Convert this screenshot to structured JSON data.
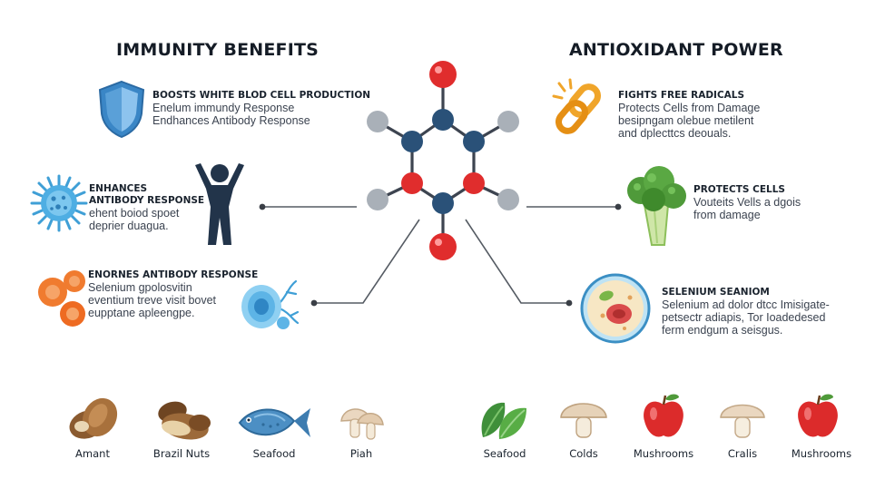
{
  "headings": {
    "left": "IMMUNITY BENEFITS",
    "right": "ANTIOXIDANT POWER"
  },
  "left_blocks": [
    {
      "icon": "shield-icon",
      "title": "BOOSTS WHITE BLOD CELL PRODUCTION",
      "lines": [
        "Enelum immundy Response",
        "Endhances Antibody Response"
      ]
    },
    {
      "icon": "microbe-icon",
      "title": "ENHANCES",
      "title2": "ANTIBODY RESPONSE",
      "lines": [
        "ehent boiod spoet",
        "deprier duagua."
      ]
    },
    {
      "icon": "blood-cells-icon",
      "title": "ENORNES ANTIBODY RESPONSE",
      "lines": [
        "Selenium  gpolosvitin",
        "eventium treve visit bovet",
        "eupptane apleengpe."
      ]
    }
  ],
  "right_blocks": [
    {
      "icon": "broken-chain-icon",
      "title": "FIGHTS FREE RADICALS",
      "lines": [
        "Protects Cells from Damage",
        "besipngam olebue metilent",
        "and dplecttcs deouals."
      ]
    },
    {
      "icon": "broccoli-icon",
      "title": "PROTECTS CELLS",
      "lines": [
        "Vouteits Vells a dgois",
        "from damage"
      ]
    },
    {
      "icon": "cell-icon",
      "title": "SELENIUM SEANIOM",
      "lines": [
        "Selenium ad dolor dtcc Imisigate-",
        "petsectr adiapis, Tor Ioadedesed",
        "ferm endgum a seisgus."
      ]
    }
  ],
  "foods_left": [
    {
      "icon": "almond-icon",
      "label": "Amant"
    },
    {
      "icon": "brazil-nuts-icon",
      "label": "Brazil Nuts"
    },
    {
      "icon": "fish-icon",
      "label": "Seafood"
    },
    {
      "icon": "mushroom-icon",
      "label": "Piah"
    }
  ],
  "foods_right": [
    {
      "icon": "leafy-greens-icon",
      "label": "Seafood"
    },
    {
      "icon": "mushroom-icon",
      "label": "Colds"
    },
    {
      "icon": "apple-icon",
      "label": "Mushrooms"
    },
    {
      "icon": "mushroom-icon",
      "label": "Cralis"
    },
    {
      "icon": "apple-icon",
      "label": "Mushrooms"
    }
  ],
  "colors": {
    "oxygen_atom": "#e02d2d",
    "carbon_atom": "#2a5178",
    "hydrogen_atom": "#a9b0b8",
    "connector": "#555b63",
    "shield": "#3a86c6",
    "microbe": "#3f9fd6",
    "blood_cell": "#f07b2f",
    "chain": "#f0a52a",
    "broccoli": "#4f9a3a"
  }
}
